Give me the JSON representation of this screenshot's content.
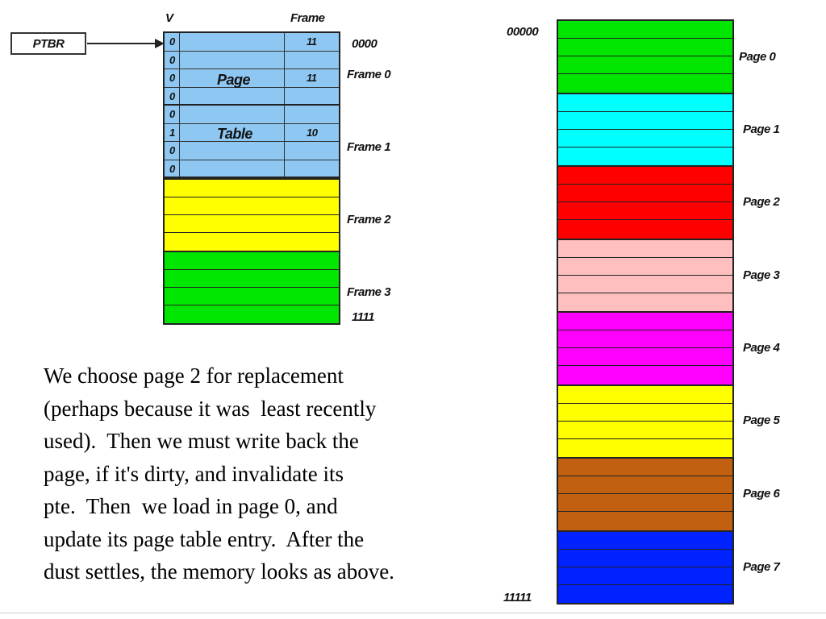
{
  "ptbr_label": "PTBR",
  "page_table": {
    "header_v": "V",
    "header_frame": "Frame",
    "word_page": "Page",
    "word_table": "Table",
    "rows": [
      {
        "v": "0",
        "frame": "11"
      },
      {
        "v": "0",
        "frame": ""
      },
      {
        "v": "0",
        "frame": "11"
      },
      {
        "v": "0",
        "frame": ""
      },
      {
        "v": "0",
        "frame": ""
      },
      {
        "v": "1",
        "frame": "10"
      },
      {
        "v": "0",
        "frame": ""
      },
      {
        "v": "0",
        "frame": ""
      }
    ]
  },
  "physical_memory": {
    "start_address": "0000",
    "end_address": "1111",
    "frames": [
      {
        "label": "Frame 0",
        "color": "#8ec8f2"
      },
      {
        "label": "Frame 1",
        "color": "#8ec8f2"
      },
      {
        "label": "Frame 2",
        "color": "#ffff00"
      },
      {
        "label": "Frame 3",
        "color": "#00e600"
      }
    ]
  },
  "virtual_memory": {
    "start_address": "00000",
    "end_address": "11111",
    "pages": [
      {
        "label": "Page 0",
        "color": "#00e600"
      },
      {
        "label": "Page 1",
        "color": "#00ffff"
      },
      {
        "label": "Page 2",
        "color": "#ff0000"
      },
      {
        "label": "Page 3",
        "color": "#ffbfbf"
      },
      {
        "label": "Page 4",
        "color": "#ff00ff"
      },
      {
        "label": "Page 5",
        "color": "#ffff00"
      },
      {
        "label": "Page 6",
        "color": "#c06010"
      },
      {
        "label": "Page 7",
        "color": "#0022ff"
      }
    ]
  },
  "explanation": {
    "lines": [
      "We choose page 2 for replacement",
      "(perhaps because it was  least recently",
      "used).  Then we must write back the",
      "page, if it's dirty, and invalidate its",
      "pte.  Then  we load in page 0, and",
      "update its page table entry.  After the",
      "dust settles, the memory looks as above."
    ]
  }
}
